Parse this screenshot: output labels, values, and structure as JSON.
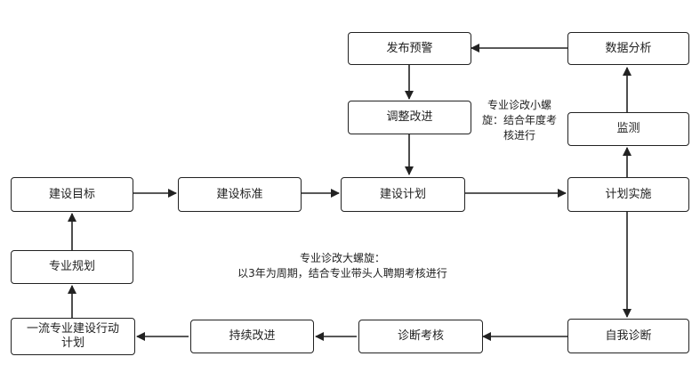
{
  "nodes": {
    "publish_warning": "发布预警",
    "data_analysis": "数据分析",
    "adjust_improve": "调整改进",
    "monitor": "监测",
    "build_goal": "建设目标",
    "build_standard": "建设标准",
    "build_plan": "建设计划",
    "plan_implement": "计划实施",
    "major_planning": "专业规划",
    "first_class_plan": "一流专业建设行动计划",
    "continuous_improve": "持续改进",
    "diagnose_assess": "诊断考核",
    "self_diagnosis": "自我诊断"
  },
  "notes": {
    "small_spiral": "专业诊改小螺旋：结合年度考核进行",
    "big_spiral_line1": "专业诊改大螺旋：",
    "big_spiral_line2": "以3年为周期，结合专业带头人聘期考核进行"
  }
}
